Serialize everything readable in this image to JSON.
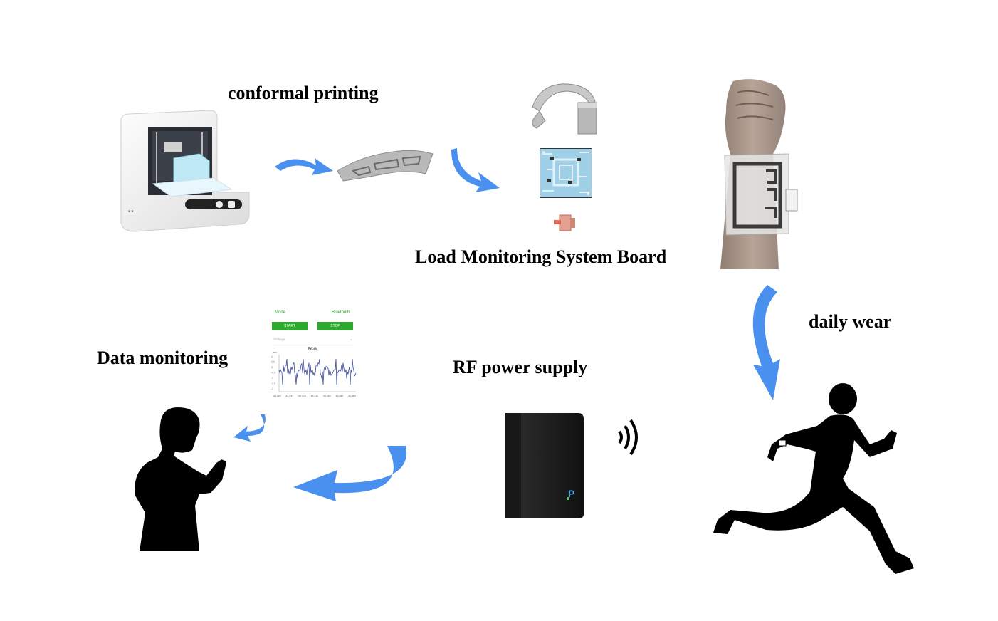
{
  "labels": {
    "conformal_printing": "conformal printing",
    "load_monitoring": "Load Monitoring System Board",
    "daily_wear": "daily wear",
    "data_monitoring": "Data monitoring",
    "rf_power_supply": "RF power supply"
  },
  "app": {
    "mode": "Mode",
    "bluetooth": "Bluetooth",
    "start": "START",
    "stop": "STOP",
    "settings": "Settings",
    "ecg_title": "ECG",
    "y_unit": "mv",
    "y_ticks": [
      "1",
      "0.5",
      "0",
      "-0.5",
      "-1",
      "-1.5",
      "-2"
    ],
    "x_ticks": [
      "44.160",
      "44.544",
      "44.928",
      "45.312",
      "45.696",
      "46.080",
      "46.464"
    ]
  },
  "colors": {
    "arrow": "#4a90ee",
    "app_green": "#2ea82e",
    "ecg_line": "#3a4a9a"
  }
}
